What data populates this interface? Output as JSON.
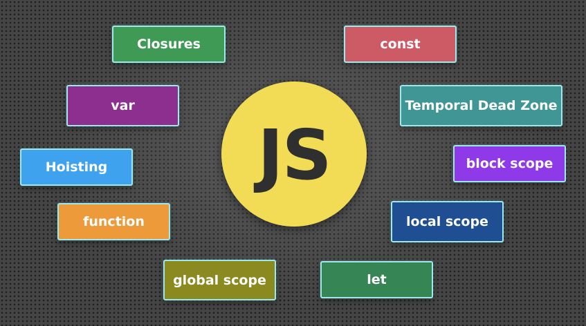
{
  "logo": {
    "text": "JS",
    "color": "#f2dc55"
  },
  "tags": {
    "closures": {
      "label": "Closures",
      "color": "#3f9a56"
    },
    "const": {
      "label": "const",
      "color": "#cc5b66"
    },
    "var": {
      "label": "var",
      "color": "#8d2f8f"
    },
    "temporal_dead_zone": {
      "label": "Temporal Dead Zone",
      "color": "#3f9695"
    },
    "hoisting": {
      "label": "Hoisting",
      "color": "#3ea2ee"
    },
    "block_scope": {
      "label": "block scope",
      "color": "#8f3ae8"
    },
    "function": {
      "label": "function",
      "color": "#ed9a3b"
    },
    "local_scope": {
      "label": "local scope",
      "color": "#1f4f92"
    },
    "global_scope": {
      "label": "global scope",
      "color": "#8a8a21"
    },
    "let": {
      "label": "let",
      "color": "#368555"
    }
  }
}
